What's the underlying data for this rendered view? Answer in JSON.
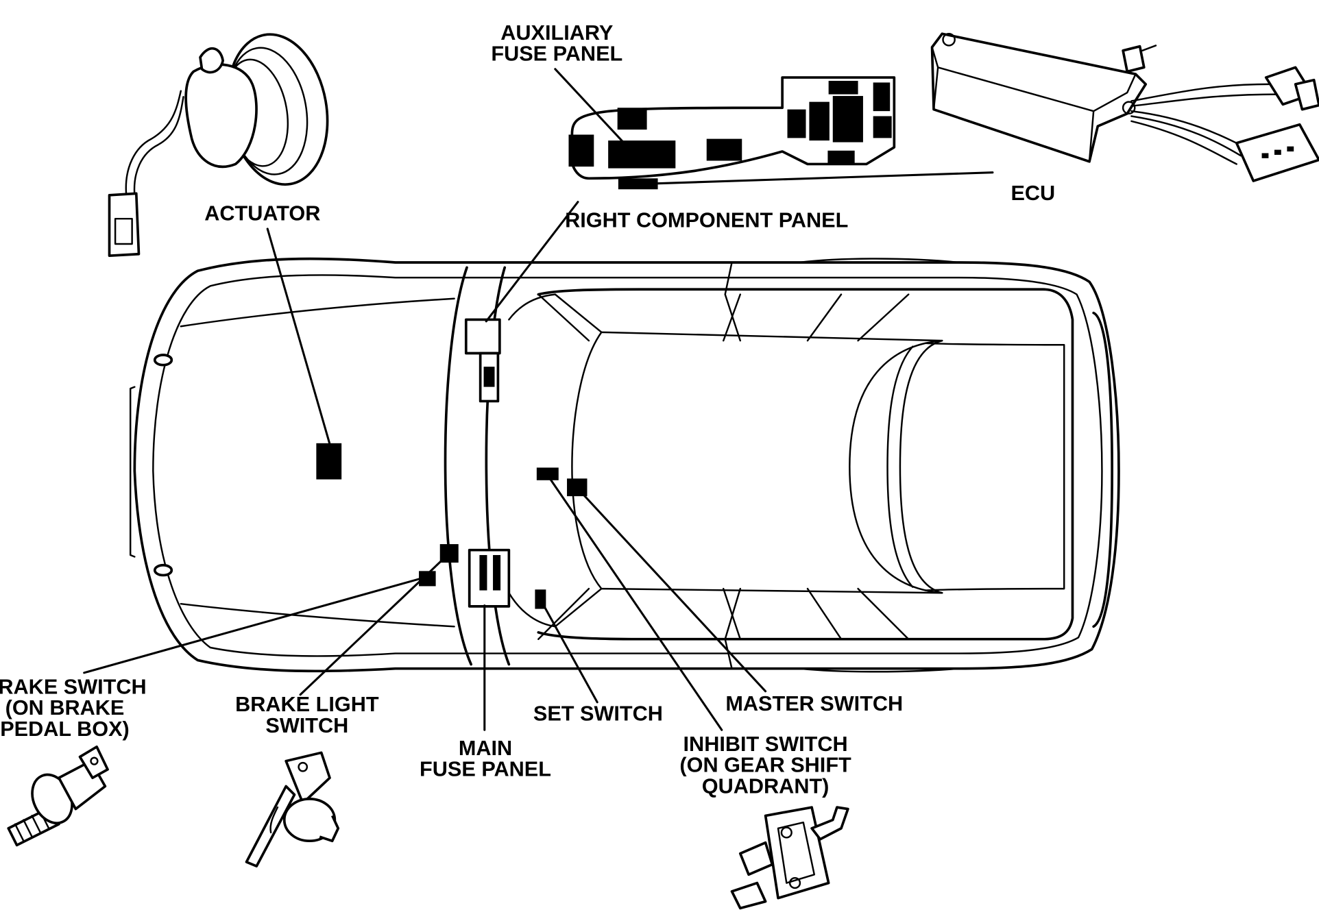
{
  "labels": {
    "auxiliary_fuse_panel": [
      "AUXILIARY",
      "FUSE PANEL"
    ],
    "actuator": "ACTUATOR",
    "ecu": "ECU",
    "right_component_panel": "RIGHT COMPONENT PANEL",
    "brake_switch": [
      "BRAKE SWITCH",
      "(ON BRAKE",
      "PEDAL BOX)"
    ],
    "brake_light_switch": [
      "BRAKE LIGHT",
      "SWITCH"
    ],
    "set_switch": "SET SWITCH",
    "main_fuse_panel": [
      "MAIN",
      "FUSE PANEL"
    ],
    "master_switch": "MASTER SWITCH",
    "inhibit_switch": [
      "INHIBIT SWITCH",
      "(ON GEAR SHIFT",
      "QUADRANT)"
    ]
  }
}
